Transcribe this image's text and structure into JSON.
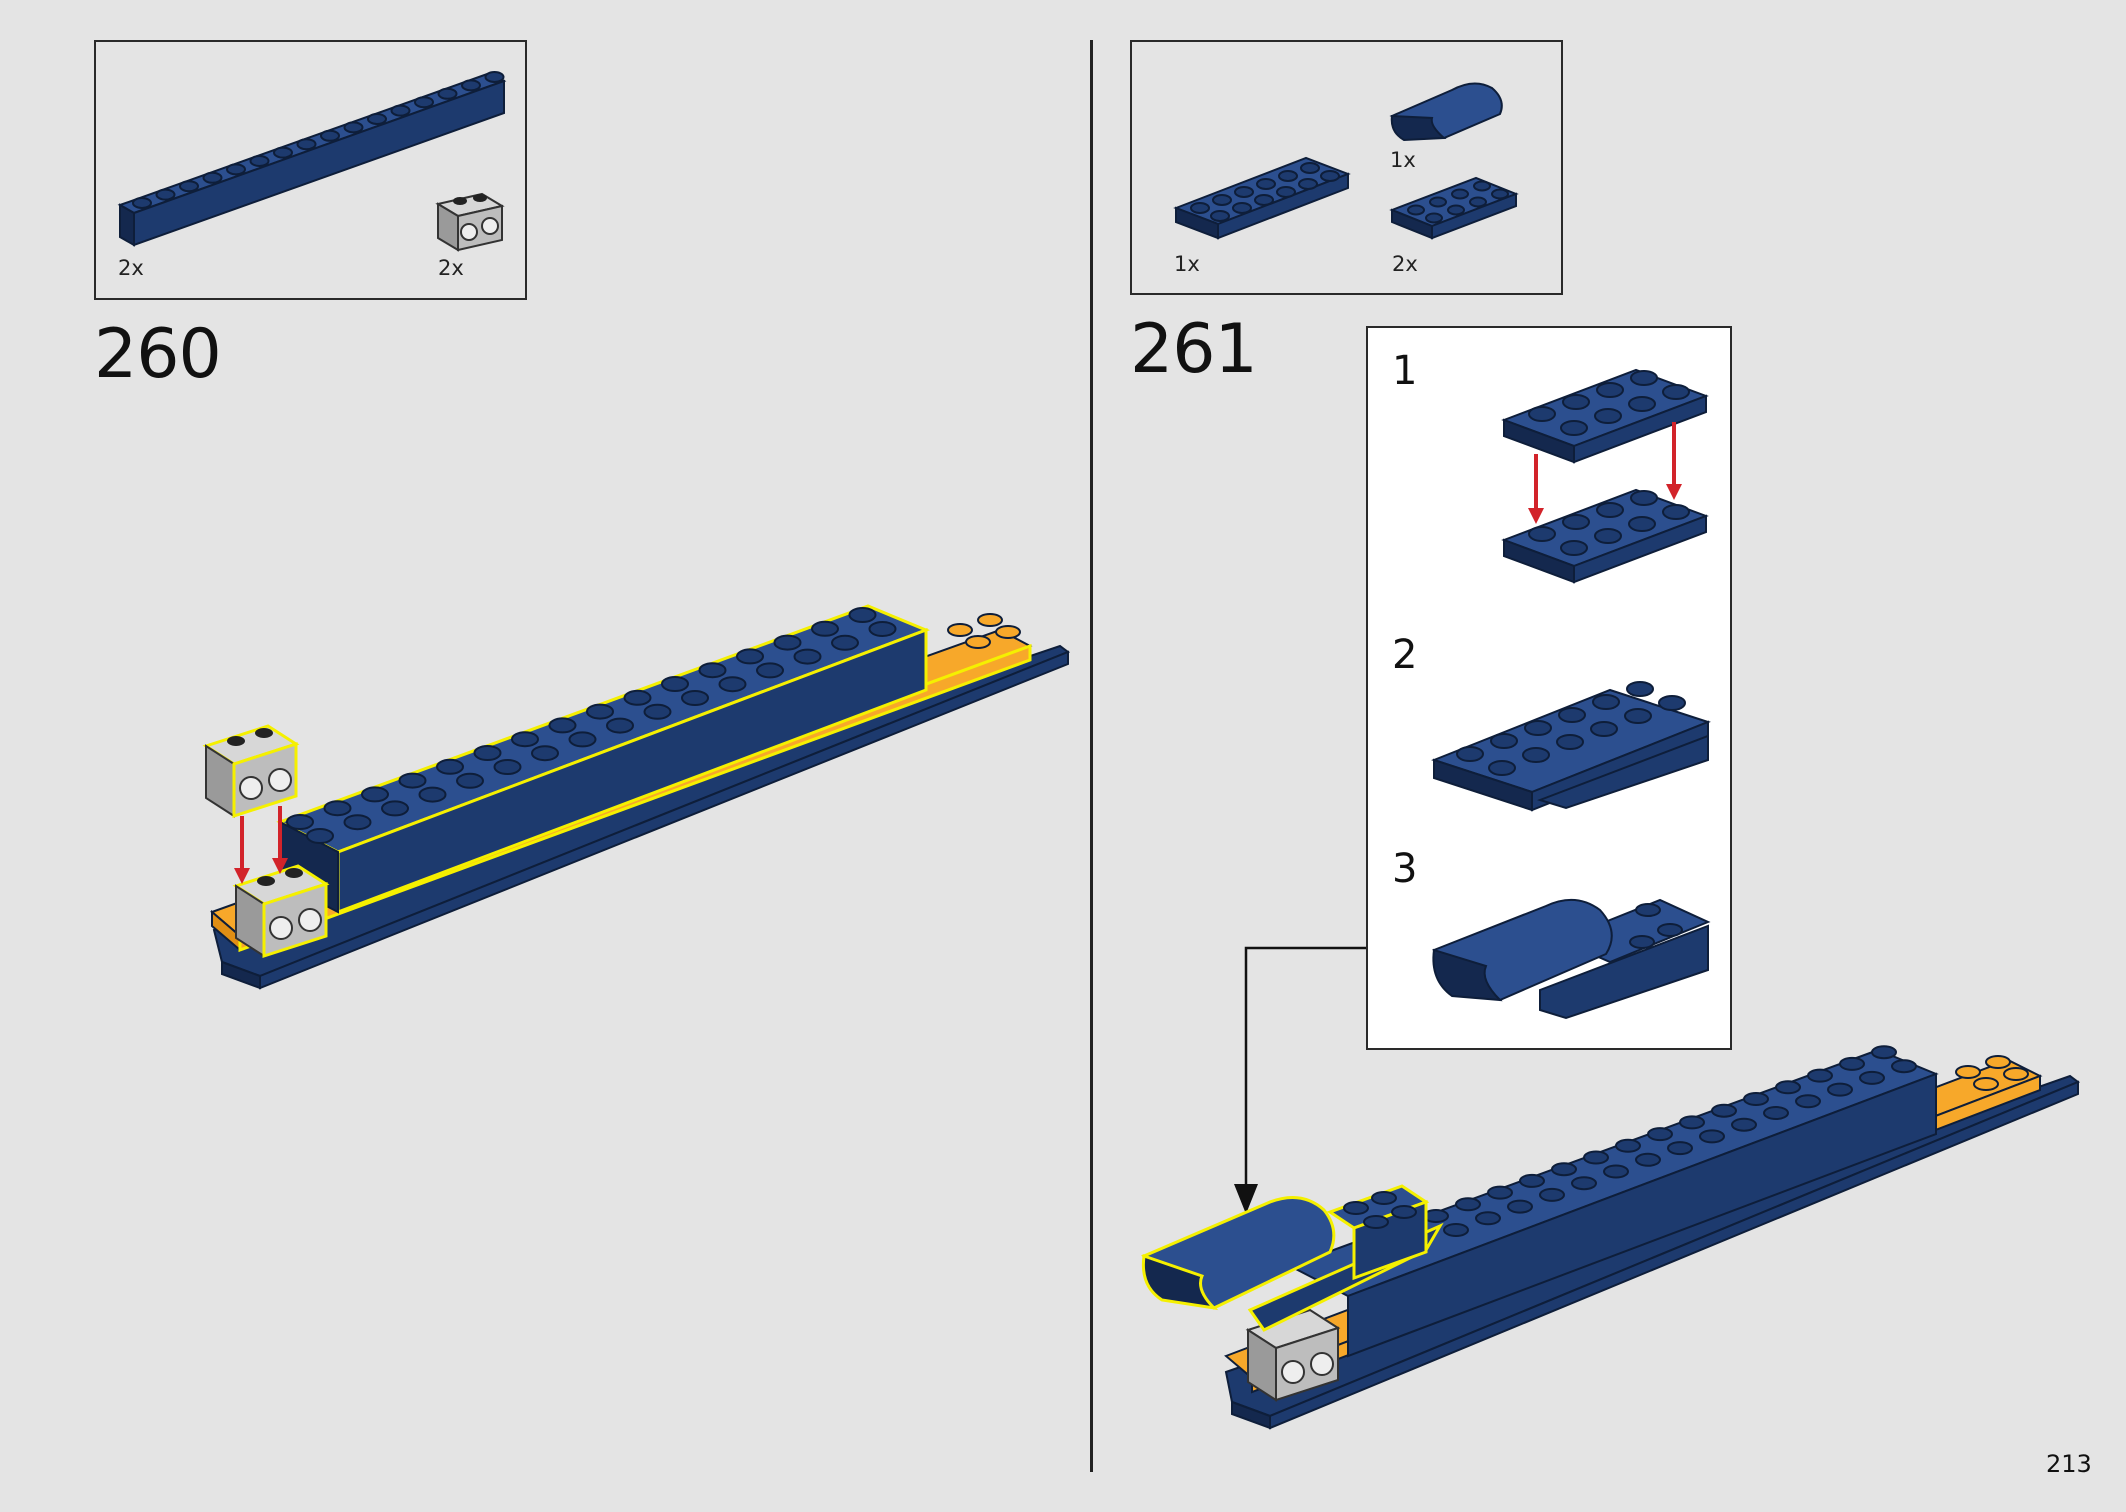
{
  "page_number": "213",
  "colors": {
    "dark_blue": "#1d3a6e",
    "yellow_orange": "#f7a82a",
    "light_gray": "#bdbdbd",
    "highlight": "#f5f000",
    "arrow_red": "#d2232a",
    "background": "#e4e4e4"
  },
  "step_260": {
    "number": "260",
    "parts": [
      {
        "name": "dark-blue-brick-1x16",
        "qty": "2x"
      },
      {
        "name": "light-gray-technic-brick-1x2",
        "qty": "2x"
      }
    ]
  },
  "step_261": {
    "number": "261",
    "parts": [
      {
        "name": "dark-blue-curved-slope",
        "qty": "1x"
      },
      {
        "name": "dark-blue-plate-2x6",
        "qty": "1x"
      },
      {
        "name": "dark-blue-plate-2x4",
        "qty": "2x"
      }
    ],
    "substeps": [
      "1",
      "2",
      "3"
    ]
  }
}
